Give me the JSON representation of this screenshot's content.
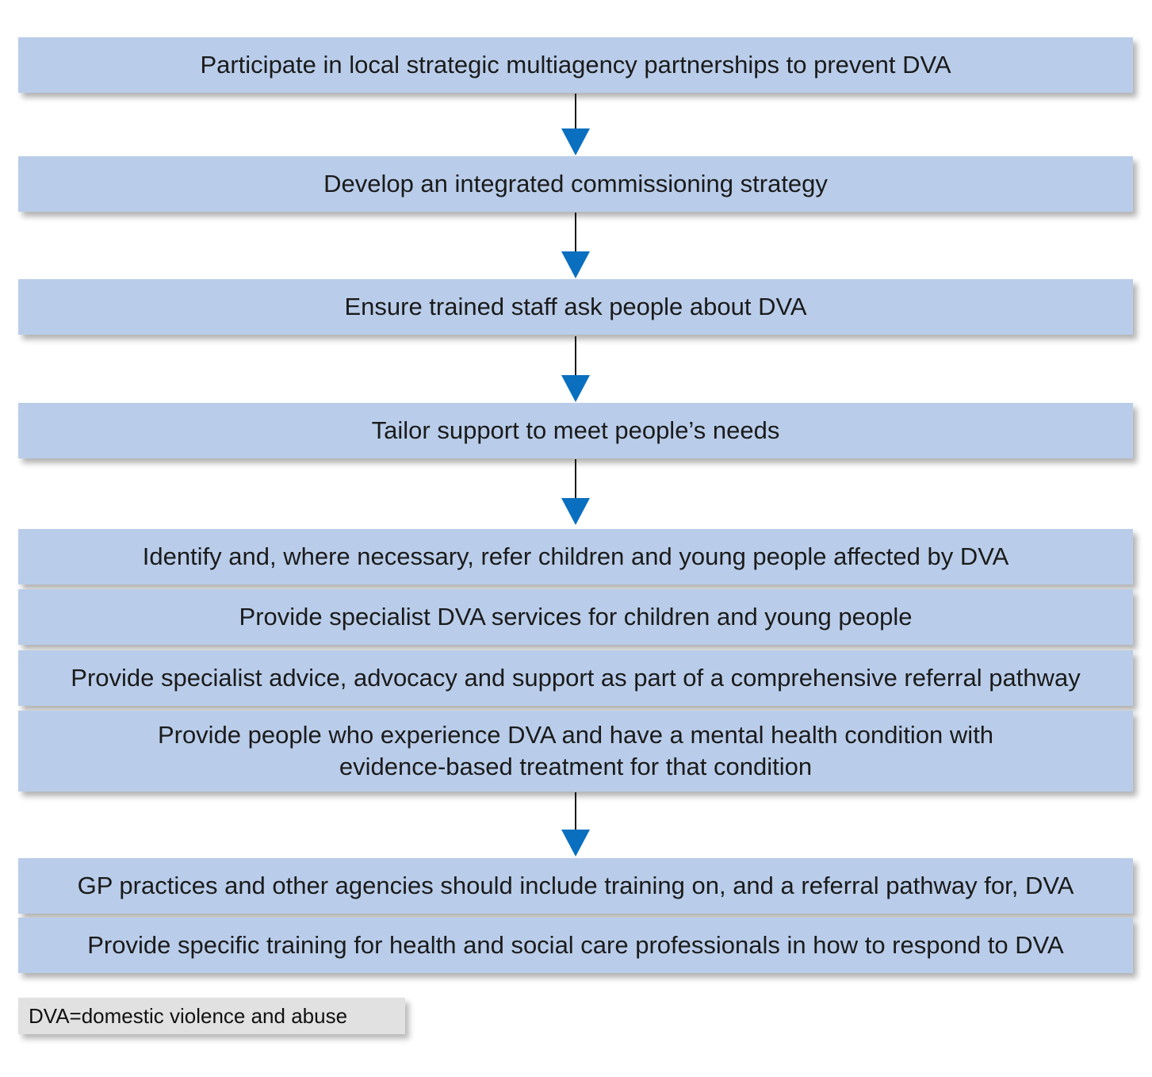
{
  "steps": [
    "Participate in local strategic multiagency partnerships to prevent DVA",
    "Develop an integrated commissioning strategy",
    "Ensure trained staff ask people about DVA",
    "Tailor support to meet people’s needs",
    "Identify and, where necessary, refer children and young people affected by DVA",
    "Provide specialist DVA services for children and young people",
    "Provide specialist advice, advocacy and support as part of a comprehensive referral pathway",
    "Provide people who experience DVA and have a mental health condition with",
    "evidence-based treatment for that condition",
    "GP practices and other agencies should include training on, and a referral pathway for, DVA",
    "Provide specific training for health and social care professionals in how to respond to DVA"
  ],
  "footnote": "DVA=domestic violence and abuse",
  "colors": {
    "box_fill": "#b9cdea",
    "arrow": "#0a6fbf",
    "note_fill": "#e1e1e1"
  }
}
